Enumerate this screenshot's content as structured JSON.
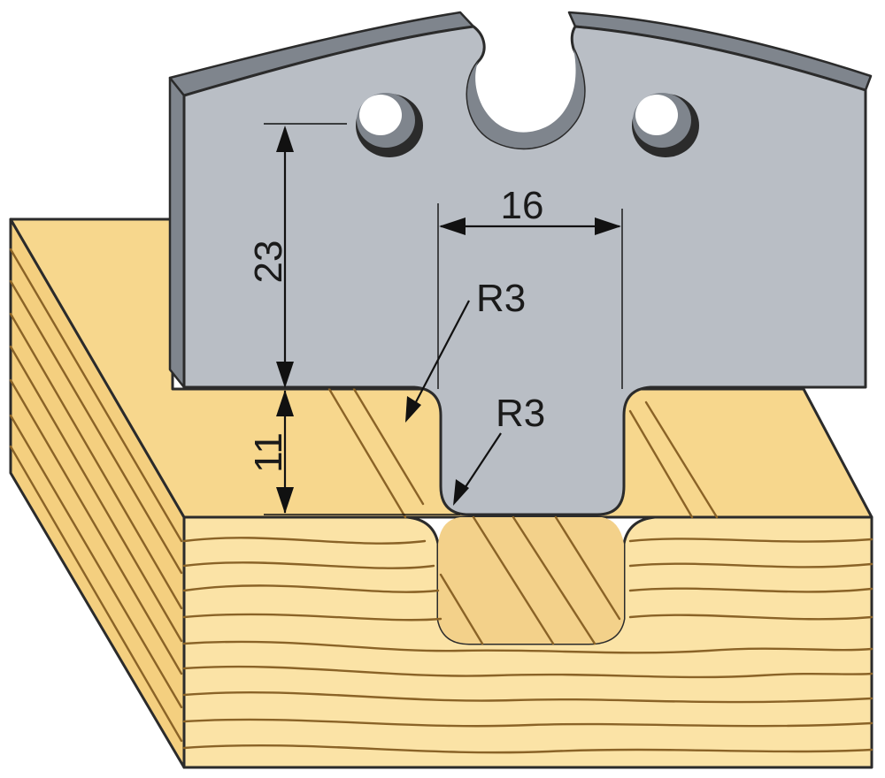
{
  "diagram": {
    "dimensions": {
      "height_upper": "23",
      "height_lower": "11",
      "width": "16",
      "radius_top": "R3",
      "radius_bottom": "R3"
    },
    "colors": {
      "wood_face": "#fbe3a6",
      "wood_top": "#f7d78d",
      "wood_side": "#f4cf7f",
      "grain": "#8a6327",
      "blade_face": "#b9bec5",
      "blade_edge": "#7f858d",
      "outline": "#2b2b2b"
    }
  }
}
